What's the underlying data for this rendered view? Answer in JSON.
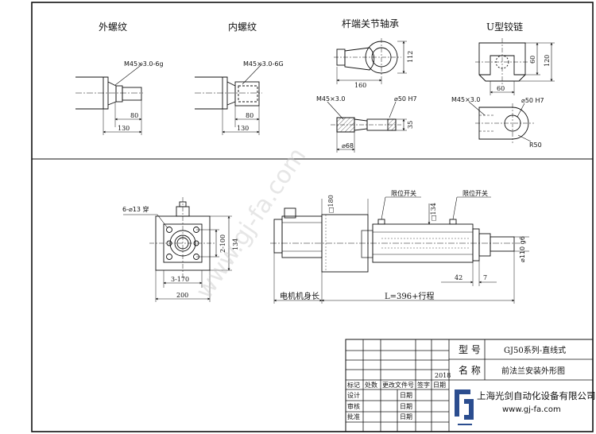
{
  "top_views": {
    "external_thread": {
      "title": "外螺纹",
      "spec": "M45×3.0-6g",
      "dim_a": "80",
      "dim_b": "130"
    },
    "internal_thread": {
      "title": "内螺纹",
      "spec": "M45×3.0-6G",
      "dim_a": "80",
      "dim_b": "130"
    },
    "rod_end_bearing": {
      "title": "杆端关节轴承",
      "height": "112",
      "length": "160",
      "spec": "M45×3.0",
      "bore": "⌀50 H7",
      "width": "35",
      "dia": "⌀68"
    },
    "u_clevis": {
      "title": "U型铰链",
      "dim_60_v": "60",
      "dim_120": "120",
      "dim_60_h": "60",
      "spec": "M45×3.0",
      "bore": "⌀50 H7",
      "radius": "R50"
    }
  },
  "front_view": {
    "holes": "6-⌀13 穿",
    "pitch_v": "2-100",
    "height": "134",
    "pitch_h": "3-170",
    "width": "200"
  },
  "side_view": {
    "limit_switch_1": "限位开关",
    "limit_switch_2": "限位开关",
    "motor_box": "□180",
    "body_box": "□134",
    "rod_dia": "⌀110 g6",
    "dim_42": "42",
    "dim_7": "7",
    "motor_body_length": "电机机身长",
    "stroke_length": "L=396+行程"
  },
  "title_block": {
    "model_label": "型 号",
    "model_value": "GJ50系列-直线式",
    "name_label": "名 称",
    "name_value": "前法兰安装外形图",
    "year": "2018",
    "rev_headers": [
      "标记",
      "处数",
      "更改文件号",
      "签字",
      "日期"
    ],
    "design": "设计",
    "review": "审核",
    "approve": "批准",
    "date": "日期",
    "company_cn": "上海光剑自动化设备有限公司",
    "company_url": "www.gj-fa.com",
    "watermark": "www.gj-fa.com"
  },
  "colors": {
    "line": "#111111",
    "logo": "#2b4d8f"
  }
}
